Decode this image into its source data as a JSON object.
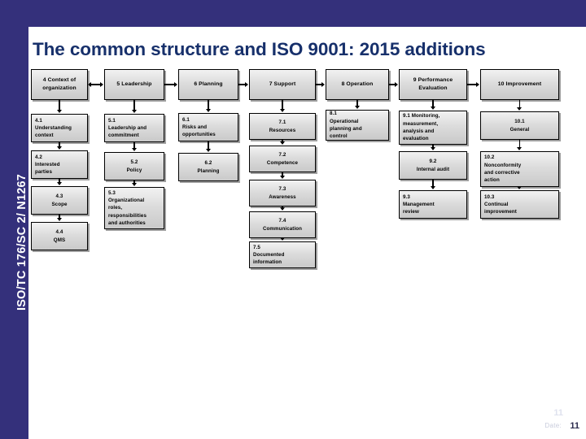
{
  "slide": {
    "title": "The common structure and ISO 9001: 2015 additions",
    "side_caption": "ISO/TC 176/SC 2/ N1267",
    "colors": {
      "frame": "#34307B",
      "title": "#17306B",
      "node_fill": "#dcdcdc",
      "node_border": "#000000"
    }
  },
  "footer": {
    "page_ghost": "11",
    "date_label": "Date:",
    "page_number": "11"
  },
  "diagram": {
    "type": "flowchart",
    "top_row": [
      {
        "id": "c4",
        "label": "4 Context of organization",
        "lines": [
          "4 Context of",
          "organization"
        ]
      },
      {
        "id": "c5",
        "label": "5 Leadership",
        "lines": [
          "5 Leadership"
        ]
      },
      {
        "id": "c6",
        "label": "6 Planning",
        "lines": [
          "6 Planning"
        ]
      },
      {
        "id": "c7",
        "label": "7 Support",
        "lines": [
          "7 Support"
        ]
      },
      {
        "id": "c8",
        "label": "8 Operation",
        "lines": [
          "8 Operation"
        ]
      },
      {
        "id": "c9",
        "label": "9 Performance Evaluation",
        "lines": [
          "9 Performance",
          "Evaluation"
        ]
      },
      {
        "id": "c10",
        "label": "10 Improvement",
        "lines": [
          "10 Improvement"
        ]
      }
    ],
    "columns": [
      {
        "parent": "c4",
        "items": [
          {
            "label": "4.1 Understanding context",
            "lines": [
              "4.1",
              "Understanding",
              "context"
            ]
          },
          {
            "label": "4.2 Interested parties",
            "lines": [
              "4.2",
              "Interested",
              "parties"
            ]
          },
          {
            "label": "4.3 Scope",
            "lines": [
              "4.3",
              "Scope"
            ]
          },
          {
            "label": "4.4 QMS",
            "lines": [
              "4.4",
              "QMS"
            ]
          }
        ]
      },
      {
        "parent": "c5",
        "items": [
          {
            "label": "5.1 Leadership and commitment",
            "lines": [
              "5.1",
              "Leadership and",
              "commitment"
            ]
          },
          {
            "label": "5.2 Policy",
            "lines": [
              "5.2",
              "Policy"
            ]
          },
          {
            "label": "5.3 Organizational roles, responsibilities and authorities",
            "lines": [
              "5.3",
              "Organizational",
              "roles,",
              "responsibilities",
              "and authorities"
            ]
          }
        ]
      },
      {
        "parent": "c6",
        "items": [
          {
            "label": "6.1 Risks and opportunities",
            "lines": [
              "6.1",
              "Risks and",
              "opportunities"
            ]
          },
          {
            "label": "6.2 Planning",
            "lines": [
              "6.2",
              "Planning"
            ]
          }
        ]
      },
      {
        "parent": "c7",
        "items": [
          {
            "label": "7.1 Resources",
            "lines": [
              "7.1",
              "Resources"
            ]
          },
          {
            "label": "7.2 Competence",
            "lines": [
              "7.2",
              "Competence"
            ]
          },
          {
            "label": "7.3 Awareness",
            "lines": [
              "7.3",
              "Awareness"
            ]
          },
          {
            "label": "7.4 Communication",
            "lines": [
              "7.4",
              "Communication"
            ]
          },
          {
            "label": "7.5 Documented information",
            "lines": [
              "7.5",
              "Documented",
              "information"
            ]
          }
        ]
      },
      {
        "parent": "c8",
        "items": [
          {
            "label": "8.1 Operational planning and control",
            "lines": [
              "8.1",
              "Operational",
              "planning and",
              "control"
            ]
          }
        ]
      },
      {
        "parent": "c9",
        "items": [
          {
            "label": "9.1 Monitoring, measurement, analysis and evaluation",
            "lines": [
              "9.1 Monitoring,",
              "measurement,",
              "analysis and",
              "evaluation"
            ]
          },
          {
            "label": "9.2 Internal audit",
            "lines": [
              "9.2",
              "Internal audit"
            ]
          },
          {
            "label": "9.3 Management review",
            "lines": [
              "9.3",
              "Management",
              "review"
            ]
          }
        ]
      },
      {
        "parent": "c10",
        "items": [
          {
            "label": "10.1 General",
            "lines": [
              "10.1",
              "General"
            ]
          },
          {
            "label": "10.2 Nonconformity and corrective action",
            "lines": [
              "10.2",
              "Nonconformity",
              "and corrective",
              "action"
            ]
          },
          {
            "label": "10.3 Continual improvement",
            "lines": [
              "10.3",
              "Continual",
              "improvement"
            ]
          }
        ]
      }
    ]
  }
}
